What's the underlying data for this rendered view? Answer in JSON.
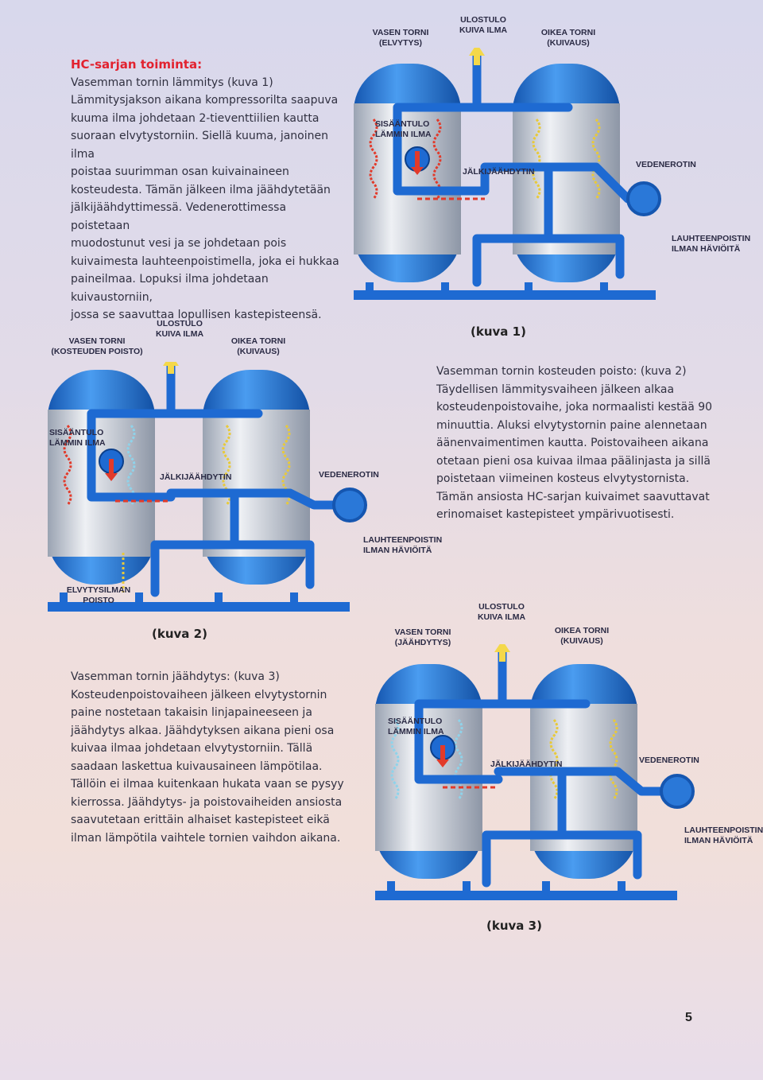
{
  "section1": {
    "title": "HC-sarjan toiminta:",
    "lines": [
      "Vasemman tornin lämmitys (kuva 1)",
      "Lämmitysjakson aikana kompressorilta saapuva",
      "kuuma ilma johdetaan 2-tieventtiilien kautta",
      "suoraan elvytystorniin. Siellä kuuma, janoinen ilma",
      "poistaa suurimman osan kuivainaineen",
      "kosteudesta. Tämän jälkeen ilma jäähdytetään",
      "jälkijäähdyttimessä. Vedenerottimessa poistetaan",
      "muodostunut vesi ja se johdetaan pois",
      "kuivaimesta lauhteenpoistimella, joka ei hukkaa",
      "paineilmaa. Lopuksi ilma johdetaan kuivaustorniin,",
      "jossa se saavuttaa lopullisen kastepisteensä."
    ]
  },
  "diagram1": {
    "left_tower": [
      "VASEN TORNI",
      "(ELVYTYS)"
    ],
    "outlet": [
      "ULOSTULO",
      "KUIVA ILMA"
    ],
    "right_tower": [
      "OIKEA TORNI",
      "(KUIVAUS)"
    ],
    "inlet": [
      "SISÄÄNTULO",
      "LÄMMIN ILMA"
    ],
    "aftercooler": "JÄLKIJÄÄHDYTIN",
    "separator": "VEDENEROTIN",
    "drain": [
      "LAUHTEENPOISTIN",
      "ILMAN HÄVIÖITÄ"
    ],
    "caption": "(kuva 1)"
  },
  "diagram2": {
    "left_tower": [
      "VASEN TORNI",
      "(KOSTEUDEN POISTO)"
    ],
    "outlet": [
      "ULOSTULO",
      "KUIVA ILMA"
    ],
    "right_tower": [
      "OIKEA TORNI",
      "(KUIVAUS)"
    ],
    "inlet": [
      "SISÄÄNTULO",
      "LÄMMIN ILMA"
    ],
    "aftercooler": "JÄLKIJÄÄHDYTIN",
    "separator": "VEDENEROTIN",
    "drain": [
      "LAUHTEENPOISTIN",
      "ILMAN HÄVIÖITÄ"
    ],
    "purge": [
      "ELVYTYSILMAN",
      "POISTO"
    ],
    "caption": "(kuva 2)"
  },
  "section2": {
    "lines": [
      "Vasemman tornin kosteuden poisto: (kuva 2)",
      "Täydellisen lämmitysvaiheen jälkeen alkaa",
      "kosteudenpoistovaihe, joka normaalisti kestää 90",
      "minuuttia. Aluksi elvytystornin paine alennetaan",
      "äänenvaimentimen kautta. Poistovaiheen aikana",
      "otetaan pieni osa kuivaa ilmaa päälinjasta ja sillä",
      "poistetaan viimeinen kosteus elvytystornista.",
      "Tämän ansiosta HC-sarjan kuivaimet saavuttavat",
      "erinomaiset kastepisteet ympärivuotisesti."
    ]
  },
  "section3": {
    "lines": [
      "Vasemman tornin jäähdytys: (kuva 3)",
      "Kosteudenpoistovaiheen jälkeen elvytystornin",
      "paine nostetaan takaisin linjapaineeseen ja",
      "jäähdytys alkaa. Jäähdytyksen aikana pieni osa",
      "kuivaa ilmaa johdetaan elvytystorniin. Tällä",
      "saadaan laskettua kuivausaineen lämpötilaa.",
      "Tällöin ei ilmaa kuitenkaan hukata vaan se pysyy",
      "kierrossa. Jäähdytys- ja poistovaiheiden ansiosta",
      "saavutetaan erittäin alhaiset kastepisteet eikä",
      "ilman lämpötila vaihtele tornien vaihdon aikana."
    ]
  },
  "diagram3": {
    "left_tower": [
      "VASEN TORNI",
      "(JÄÄHDYTYS)"
    ],
    "outlet": [
      "ULOSTULO",
      "KUIVA ILMA"
    ],
    "right_tower": [
      "OIKEA TORNI",
      "(KUIVAUS)"
    ],
    "inlet": [
      "SISÄÄNTULO",
      "LÄMMIN ILMA"
    ],
    "aftercooler": "JÄLKIJÄÄHDYTIN",
    "separator": "VEDENEROTIN",
    "drain": [
      "LAUHTEENPOISTIN",
      "ILMAN HÄVIÖITÄ"
    ],
    "caption": "(kuva 3)"
  },
  "page_number": "5",
  "colors": {
    "title_red": "#e2222f",
    "pipe_blue": "#1e6ad2",
    "tower_silver": "#c6ccd6",
    "tower_blue": "#2a78d8",
    "hot_red": "#e23a2a",
    "arrow_yellow": "#f4d84a"
  }
}
